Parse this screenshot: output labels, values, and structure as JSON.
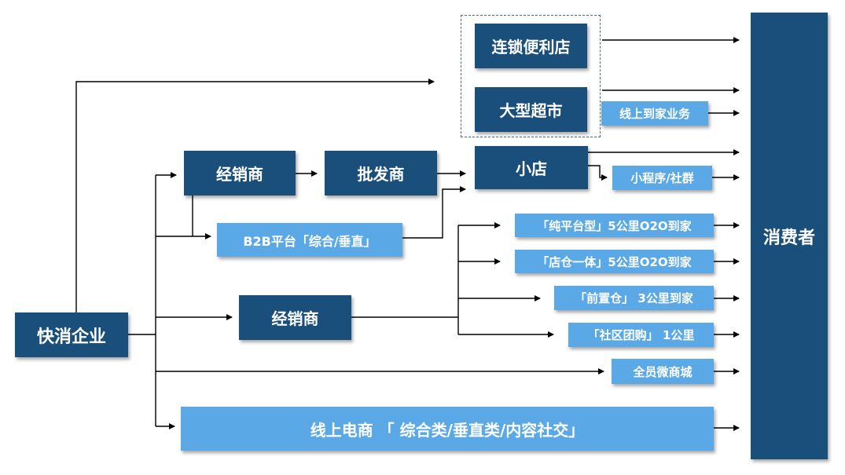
{
  "nodes": {
    "fmcg": "快消企业",
    "distributor_top": "经销商",
    "wholesaler": "批发商",
    "small_store": "小店",
    "b2b": "B2B平台「综合/垂直」",
    "distributor_mid": "经销商",
    "chain_store": "连锁便利店",
    "hypermarket": "大型超市",
    "online_home": "线上到家业务",
    "miniprogram": "小程序/社群",
    "o2o_platform": "「纯平台型」5公里O2O到家",
    "o2o_store_wh": "「店仓一体」5公里O2O到家",
    "front_wh": "「前置仓」 3公里到家",
    "group_buy": "「社区团购」 1公里",
    "micro_mall": "全员微商城",
    "ecommerce": "线上电商 「 综合类/垂直类/内容社交」",
    "consumer": "消费者"
  },
  "colors": {
    "dark_box": "#1b4f7b",
    "light_box": "#5aa9e6",
    "arrow": "#000000"
  }
}
